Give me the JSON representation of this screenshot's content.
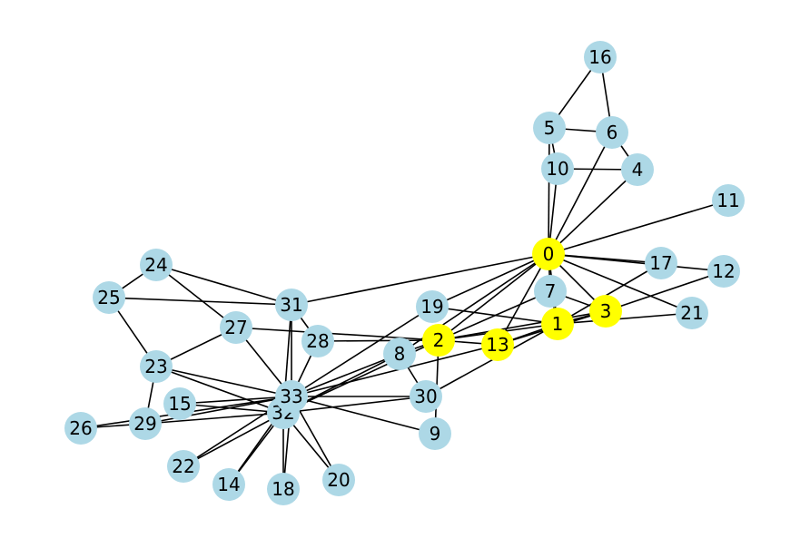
{
  "colors": {
    "background": "#ffffff",
    "default_node": "#add8e6",
    "highlight_node": "#ffff00",
    "edge": "#000000"
  },
  "nodes": [
    {
      "id": "0",
      "highlighted": true
    },
    {
      "id": "1",
      "highlighted": true
    },
    {
      "id": "2",
      "highlighted": true
    },
    {
      "id": "3",
      "highlighted": true
    },
    {
      "id": "4"
    },
    {
      "id": "5"
    },
    {
      "id": "6"
    },
    {
      "id": "7"
    },
    {
      "id": "8"
    },
    {
      "id": "9"
    },
    {
      "id": "10"
    },
    {
      "id": "11"
    },
    {
      "id": "12"
    },
    {
      "id": "13",
      "highlighted": true
    },
    {
      "id": "14"
    },
    {
      "id": "15"
    },
    {
      "id": "16"
    },
    {
      "id": "17"
    },
    {
      "id": "18"
    },
    {
      "id": "19"
    },
    {
      "id": "20"
    },
    {
      "id": "21"
    },
    {
      "id": "22"
    },
    {
      "id": "23"
    },
    {
      "id": "24"
    },
    {
      "id": "25"
    },
    {
      "id": "26"
    },
    {
      "id": "27"
    },
    {
      "id": "28"
    },
    {
      "id": "29"
    },
    {
      "id": "30"
    },
    {
      "id": "31"
    },
    {
      "id": "32"
    },
    {
      "id": "33"
    }
  ],
  "edges": [
    [
      "0",
      "1"
    ],
    [
      "0",
      "2"
    ],
    [
      "0",
      "3"
    ],
    [
      "0",
      "4"
    ],
    [
      "0",
      "5"
    ],
    [
      "0",
      "6"
    ],
    [
      "0",
      "7"
    ],
    [
      "0",
      "8"
    ],
    [
      "0",
      "10"
    ],
    [
      "0",
      "11"
    ],
    [
      "0",
      "12"
    ],
    [
      "0",
      "13"
    ],
    [
      "0",
      "17"
    ],
    [
      "0",
      "19"
    ],
    [
      "0",
      "21"
    ],
    [
      "0",
      "31"
    ],
    [
      "1",
      "2"
    ],
    [
      "1",
      "3"
    ],
    [
      "1",
      "7"
    ],
    [
      "1",
      "13"
    ],
    [
      "1",
      "17"
    ],
    [
      "1",
      "19"
    ],
    [
      "1",
      "21"
    ],
    [
      "1",
      "30"
    ],
    [
      "2",
      "3"
    ],
    [
      "2",
      "7"
    ],
    [
      "2",
      "8"
    ],
    [
      "2",
      "9"
    ],
    [
      "2",
      "13"
    ],
    [
      "2",
      "27"
    ],
    [
      "2",
      "28"
    ],
    [
      "2",
      "32"
    ],
    [
      "3",
      "7"
    ],
    [
      "3",
      "12"
    ],
    [
      "3",
      "13"
    ],
    [
      "4",
      "6"
    ],
    [
      "4",
      "10"
    ],
    [
      "5",
      "6"
    ],
    [
      "5",
      "10"
    ],
    [
      "5",
      "16"
    ],
    [
      "6",
      "16"
    ],
    [
      "8",
      "30"
    ],
    [
      "8",
      "32"
    ],
    [
      "8",
      "33"
    ],
    [
      "9",
      "33"
    ],
    [
      "13",
      "33"
    ],
    [
      "14",
      "32"
    ],
    [
      "14",
      "33"
    ],
    [
      "15",
      "32"
    ],
    [
      "15",
      "33"
    ],
    [
      "18",
      "32"
    ],
    [
      "18",
      "33"
    ],
    [
      "19",
      "33"
    ],
    [
      "20",
      "32"
    ],
    [
      "20",
      "33"
    ],
    [
      "22",
      "32"
    ],
    [
      "22",
      "33"
    ],
    [
      "23",
      "25"
    ],
    [
      "23",
      "27"
    ],
    [
      "23",
      "29"
    ],
    [
      "23",
      "32"
    ],
    [
      "23",
      "33"
    ],
    [
      "24",
      "25"
    ],
    [
      "24",
      "27"
    ],
    [
      "24",
      "31"
    ],
    [
      "25",
      "31"
    ],
    [
      "26",
      "29"
    ],
    [
      "26",
      "33"
    ],
    [
      "27",
      "33"
    ],
    [
      "28",
      "31"
    ],
    [
      "28",
      "33"
    ],
    [
      "29",
      "32"
    ],
    [
      "29",
      "33"
    ],
    [
      "30",
      "32"
    ],
    [
      "30",
      "33"
    ],
    [
      "31",
      "32"
    ],
    [
      "31",
      "33"
    ],
    [
      "32",
      "33"
    ]
  ]
}
